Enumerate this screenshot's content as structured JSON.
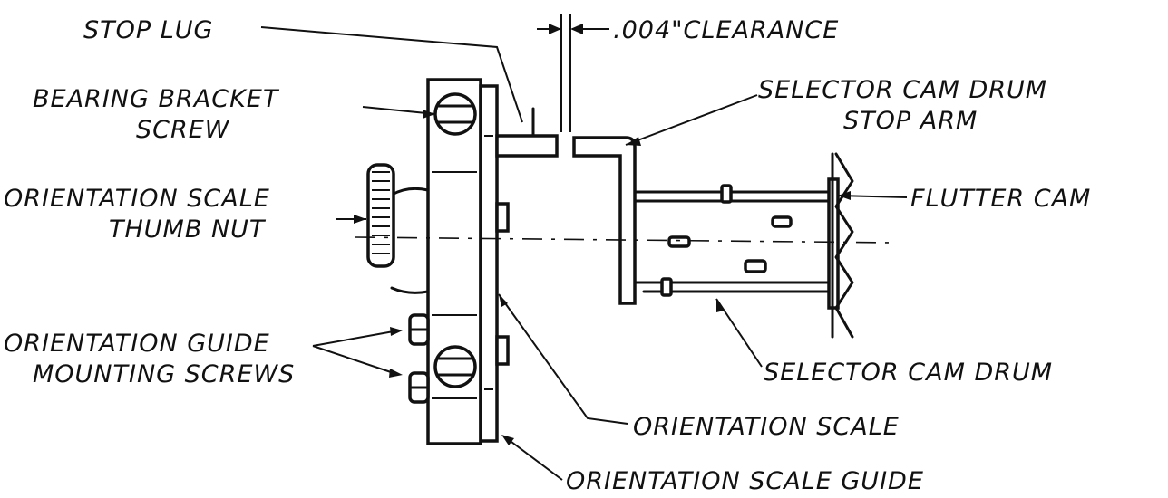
{
  "labels": {
    "stop_lug": "STOP LUG",
    "clearance": ".004\"CLEARANCE",
    "bearing_bracket_screw_1": "BEARING BRACKET",
    "bearing_bracket_screw_2": "SCREW",
    "selector_cam_drum_stop_arm_1": "SELECTOR CAM DRUM",
    "selector_cam_drum_stop_arm_2": "STOP ARM",
    "orientation_scale_thumb_nut_1": "ORIENTATION SCALE",
    "orientation_scale_thumb_nut_2": "THUMB NUT",
    "flutter_cam": "FLUTTER CAM",
    "orientation_guide_mounting_screws_1": "ORIENTATION GUIDE",
    "orientation_guide_mounting_screws_2": "MOUNTING SCREWS",
    "selector_cam_drum": "SELECTOR CAM DRUM",
    "orientation_scale": "ORIENTATION SCALE",
    "orientation_scale_guide": "ORIENTATION SCALE GUIDE"
  }
}
